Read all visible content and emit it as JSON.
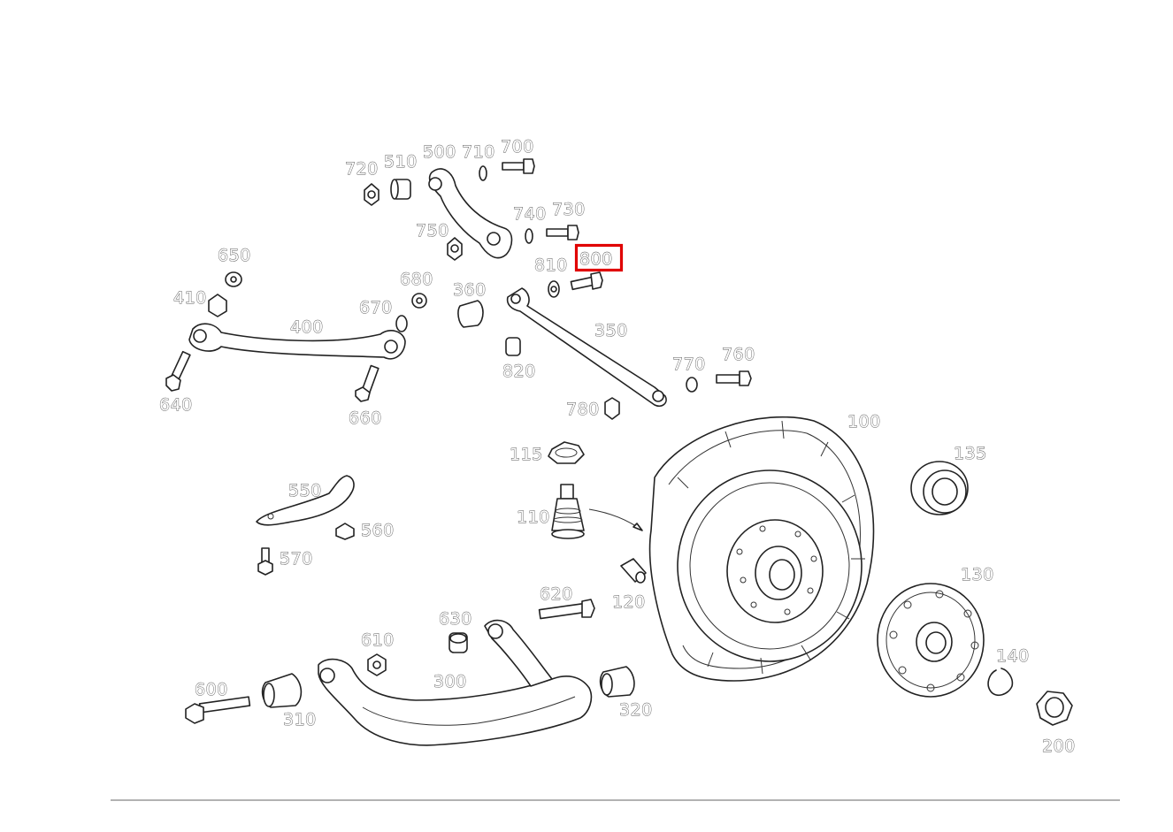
{
  "diagram": {
    "highlight_color": "#e00000",
    "highlighted_part": "800",
    "labels": {
      "p100": "100",
      "p110": "110",
      "p115": "115",
      "p120": "120",
      "p130": "130",
      "p135": "135",
      "p140": "140",
      "p200": "200",
      "p300": "300",
      "p310": "310",
      "p320": "320",
      "p350": "350",
      "p360": "360",
      "p400": "400",
      "p410": "410",
      "p500": "500",
      "p510": "510",
      "p550": "550",
      "p560": "560",
      "p570": "570",
      "p600": "600",
      "p610": "610",
      "p620": "620",
      "p630": "630",
      "p640": "640",
      "p650": "650",
      "p660": "660",
      "p670": "670",
      "p680": "680",
      "p700": "700",
      "p710": "710",
      "p720": "720",
      "p730": "730",
      "p740": "740",
      "p750": "750",
      "p760": "760",
      "p770": "770",
      "p780": "780",
      "p800": "800",
      "p810": "810",
      "p820": "820"
    }
  }
}
